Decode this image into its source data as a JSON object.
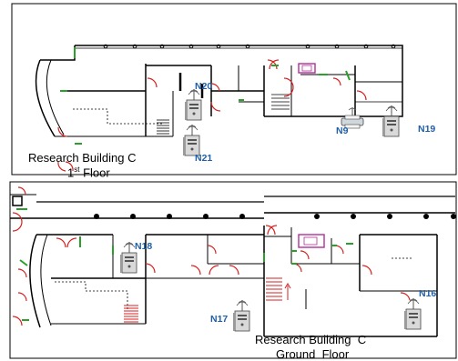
{
  "floors": [
    {
      "id": "first-floor",
      "title_line1": "Research Building  C",
      "title_line2_num": "1",
      "title_line2_sup": "st",
      "title_line2_rest": " Floor"
    },
    {
      "id": "ground-floor",
      "title_line1": "Research Building  C",
      "title_line2": "Ground  Floor"
    }
  ],
  "nodes": [
    {
      "id": "N20",
      "label": "N20",
      "icon": "server-tower-antenna-icon"
    },
    {
      "id": "N21",
      "label": "N21",
      "icon": "server-tower-antenna-icon"
    },
    {
      "id": "N9",
      "label": "N9",
      "icon": "printer-antenna-icon"
    },
    {
      "id": "N19",
      "label": "N19",
      "icon": "server-tower-antenna-icon"
    },
    {
      "id": "N18",
      "label": "N18",
      "icon": "server-tower-antenna-icon"
    },
    {
      "id": "N17",
      "label": "N17",
      "icon": "server-tower-antenna-icon"
    },
    {
      "id": "N16",
      "label": "N16",
      "icon": "server-tower-antenna-icon"
    }
  ],
  "colors": {
    "wall": "#000000",
    "door": "#d62020",
    "window": "#2aa02a",
    "elevator": "#b0309a",
    "label": "#1f5fa8"
  }
}
